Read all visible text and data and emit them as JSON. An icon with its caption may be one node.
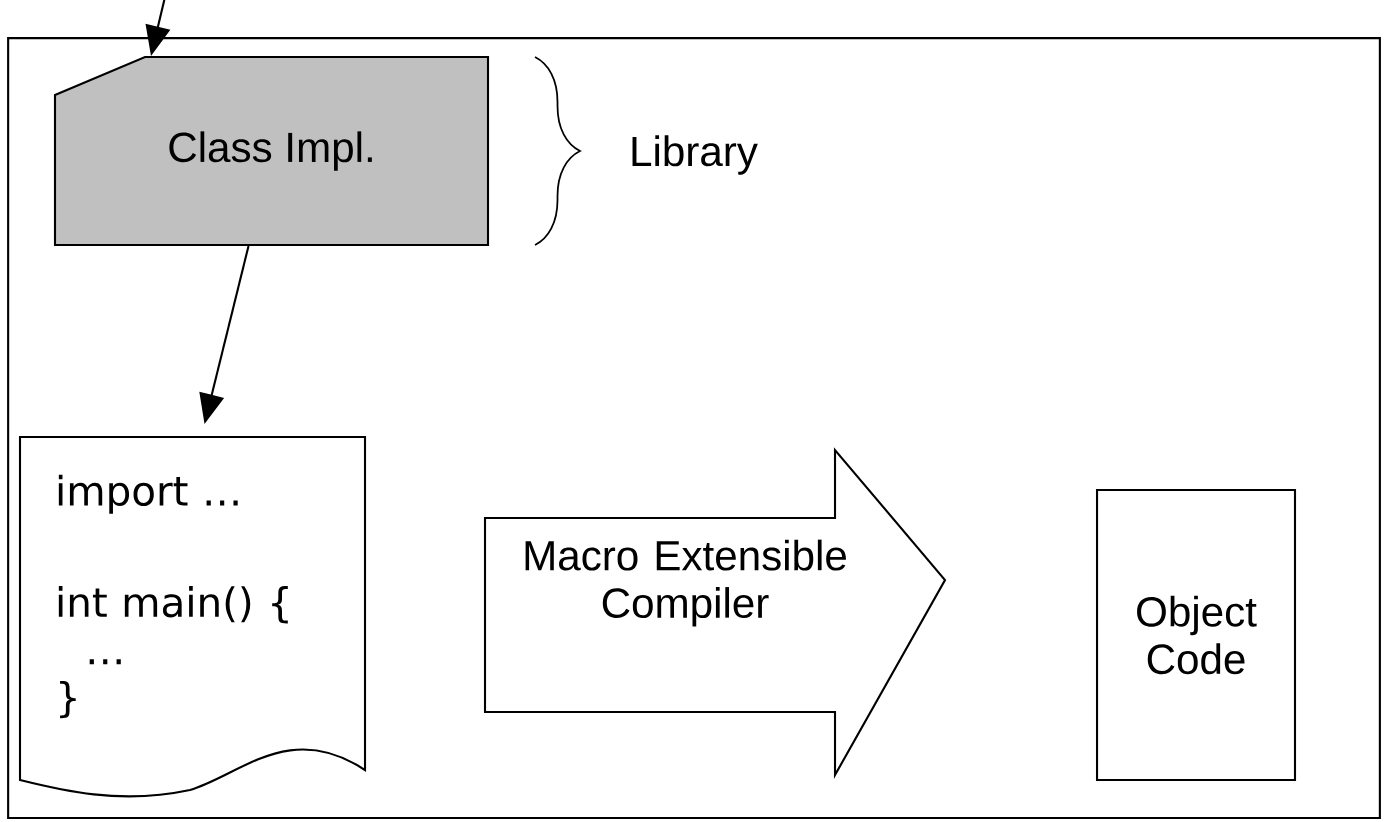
{
  "diagram": {
    "nodes": [
      {
        "text": [],
        "shape": "box"
      },
      {
        "text": [
          "Class Impl."
        ],
        "in": 0,
        "beside": [
          "Library"
        ]
      },
      {
        "text": [
          "import …",
          "int main() {",
          "…",
          "}"
        ],
        "in": 0
      },
      {
        "text": [
          "Macro Extensible Compiler"
        ],
        "in": 0
      },
      {
        "text": [
          "Object Code"
        ],
        "in": 0
      }
    ],
    "edges": [
      {
        "from": null,
        "to": 1,
        "arrow": "to"
      },
      {
        "from": 1,
        "to": 2,
        "arrow": "to"
      }
    ]
  }
}
